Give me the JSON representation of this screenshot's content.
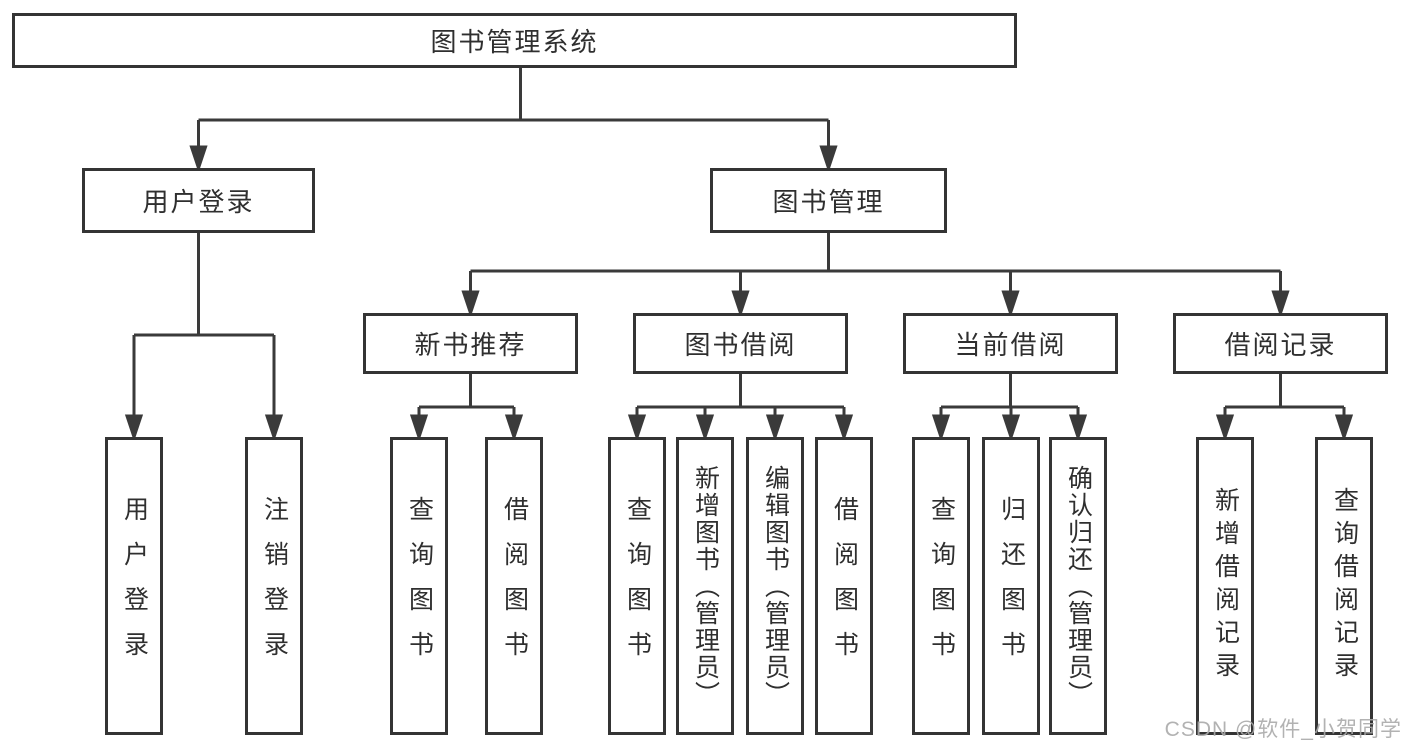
{
  "diagram": {
    "root": {
      "label": "图书管理系统"
    },
    "level2": [
      {
        "label": "用户登录"
      },
      {
        "label": "图书管理"
      }
    ],
    "level3": [
      {
        "label": "新书推荐"
      },
      {
        "label": "图书借阅"
      },
      {
        "label": "当前借阅"
      },
      {
        "label": "借阅记录"
      }
    ],
    "leaves": {
      "user_login": [
        "用户登录",
        "注销登录"
      ],
      "new_book": [
        "查询图书",
        "借阅图书"
      ],
      "book_borrow": [
        "查询图书",
        "新增图书（管理员）",
        "编辑图书（管理员）",
        "借阅图书"
      ],
      "current_borrow": [
        "查询图书",
        "归还图书",
        "确认归还（管理员）"
      ],
      "borrow_records": [
        "新增借阅记录",
        "查询借阅记录"
      ]
    },
    "colors": {
      "line": "#3a3a3a",
      "border": "#343434",
      "text": "#2f2f2f",
      "background": "#ffffff",
      "watermark": "#aaaaaa"
    },
    "watermark": "CSDN @软件_小贺同学"
  }
}
